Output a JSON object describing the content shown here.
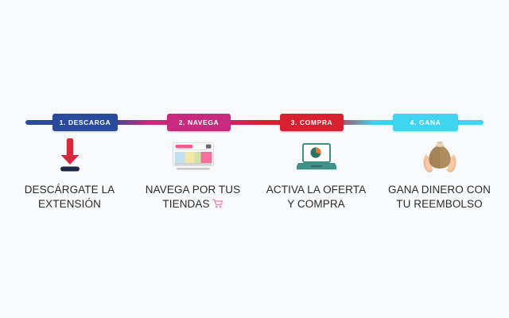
{
  "background_color": "#f8f9fa",
  "progress_bar": {
    "name": "four-step-progress-rail",
    "gradient_stops": [
      "#2a4a9c",
      "#c72a7e",
      "#d92030",
      "#41d4f0"
    ],
    "badges": [
      {
        "label": "1. DESCARGA",
        "color": "#2a4a9c",
        "text_color": "#ffffff"
      },
      {
        "label": "2. NAVEGA",
        "color": "#c72a7e",
        "text_color": "#ffffff"
      },
      {
        "label": "3. COMPRA",
        "color": "#d92030",
        "text_color": "#ffffff"
      },
      {
        "label": "4. GANA",
        "color": "#41d4f0",
        "text_color": "#ffffff"
      }
    ]
  },
  "steps": [
    {
      "icon": "download-arrow-icon",
      "icon_color": "#d6283f",
      "caption_line1": "DESCÁRGATE LA",
      "caption_line2": "EXTENSIÓN"
    },
    {
      "icon": "browser-window-icon",
      "icon_color": "#ef5b8c",
      "caption_line1": "NAVEGA POR TUS",
      "caption_line2": "TIENDAS",
      "caption_suffix_icon": "shopping-cart-icon",
      "caption_suffix_icon_color": "#f08ab0"
    },
    {
      "icon": "laptop-offer-icon",
      "icon_color": "#3f8f84",
      "caption_line1": "ACTIVA LA OFERTA",
      "caption_line2": "Y COMPRA"
    },
    {
      "icon": "money-bag-in-hands-icon",
      "icon_color": "#a8825a",
      "caption_line1": "GANA DINERO CON",
      "caption_line2": "TU REEMBOLSO"
    }
  ]
}
